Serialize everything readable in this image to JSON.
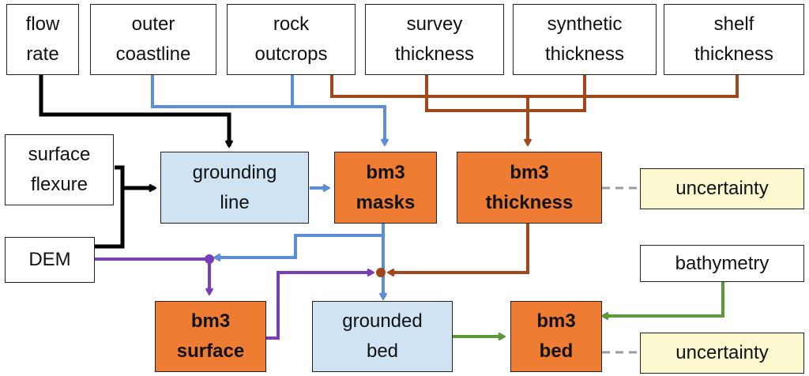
{
  "colors": {
    "black": "#000000",
    "blue": "#5b8ed6",
    "brown": "#a0471c",
    "purple": "#7a3fb5",
    "green": "#5a9a3a",
    "gray_dash": "#9a9a9a",
    "orange_fill": "#ee7d33",
    "blue_fill": "#cfe3f2",
    "yellow_fill": "#fbf8d0"
  },
  "nodes": {
    "flow_rate": [
      "flow",
      "rate"
    ],
    "outer_coastline": [
      "outer",
      "coastline"
    ],
    "rock_outcrops": [
      "rock",
      "outcrops"
    ],
    "survey_thickness": [
      "survey",
      "thickness"
    ],
    "synthetic_thickness": [
      "synthetic",
      "thickness"
    ],
    "shelf_thickness": [
      "shelf",
      "thickness"
    ],
    "surface_flexure": [
      "surface",
      "flexure"
    ],
    "grounding_line": [
      "grounding",
      "line"
    ],
    "bm3_masks": [
      "bm3",
      "masks"
    ],
    "bm3_thickness": [
      "bm3",
      "thickness"
    ],
    "uncertainty_top": [
      "uncertainty"
    ],
    "dem": [
      "DEM"
    ],
    "bathymetry": [
      "bathymetry"
    ],
    "bm3_surface": [
      "bm3",
      "surface"
    ],
    "grounded_bed": [
      "grounded",
      "bed"
    ],
    "bm3_bed": [
      "bm3",
      "bed"
    ],
    "uncertainty_bottom": [
      "uncertainty"
    ]
  }
}
